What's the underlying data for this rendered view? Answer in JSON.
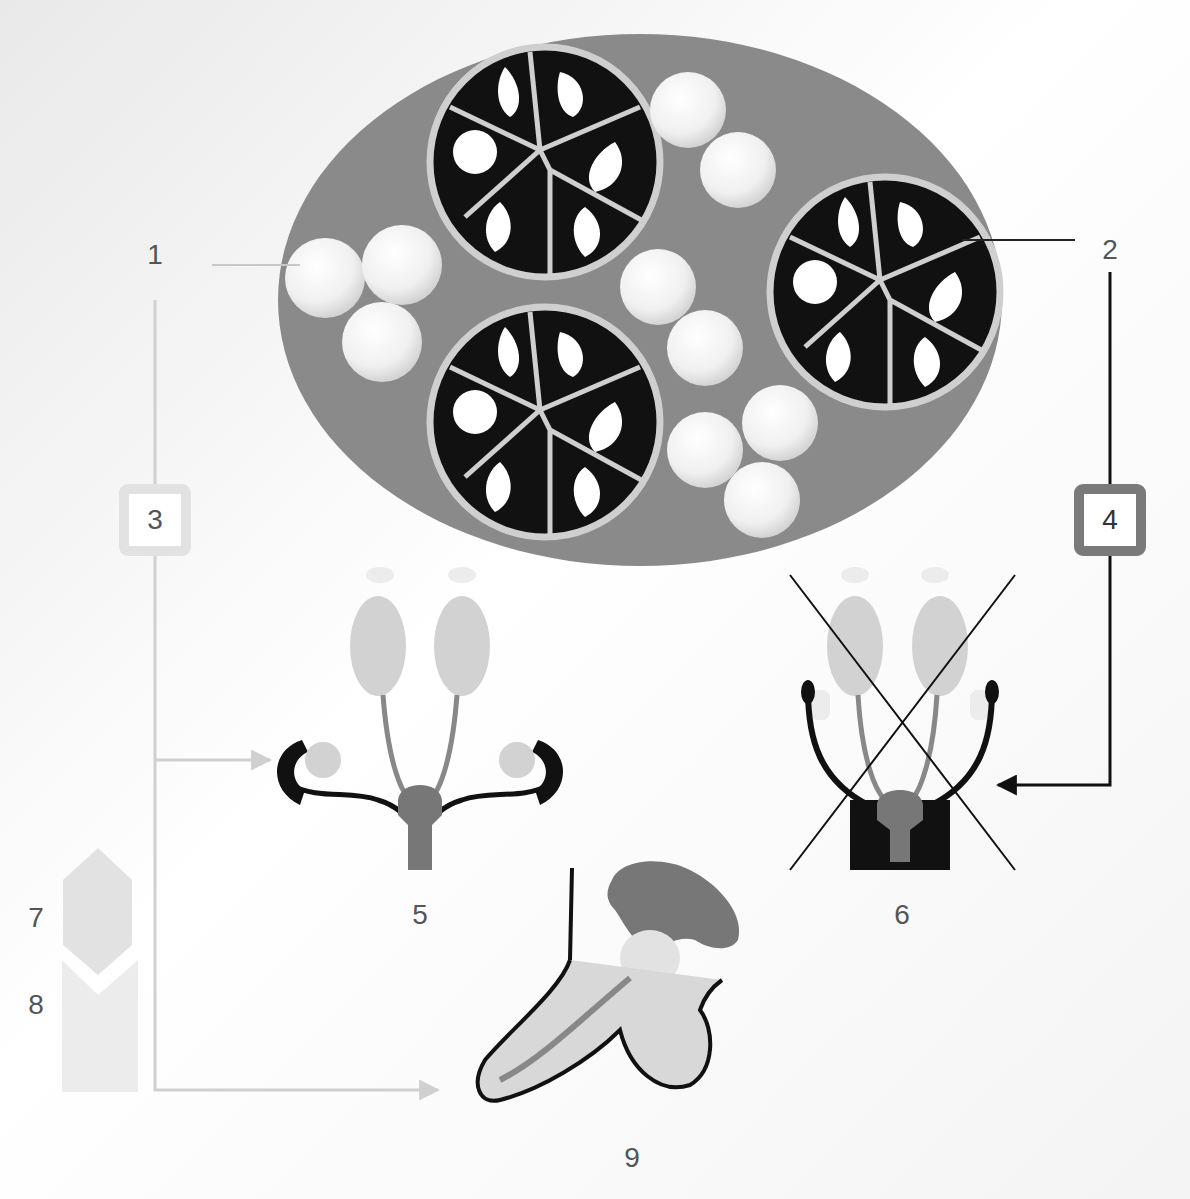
{
  "diagram": {
    "nodes": [
      {
        "text": [
          "3"
        ]
      },
      {
        "text": [
          "4"
        ]
      }
    ],
    "labels": [
      "1",
      "2",
      "7",
      "5",
      "6",
      "8",
      "9"
    ]
  }
}
